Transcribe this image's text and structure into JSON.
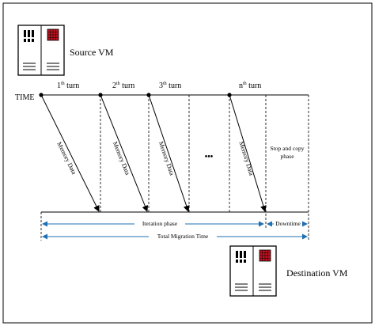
{
  "source_vm": {
    "label": "Source VM"
  },
  "destination_vm": {
    "label": "Destination VM"
  },
  "timeline": {
    "time_label": "TIME",
    "turns": [
      {
        "base": "1",
        "sup": "th",
        "rest": " turn"
      },
      {
        "base": "2",
        "sup": "th",
        "rest": " turn"
      },
      {
        "base": "3",
        "sup": "th",
        "rest": " turn"
      },
      {
        "base": "n",
        "sup": "th",
        "rest": " turn"
      }
    ],
    "arrow_label": "Memory Data",
    "ellipsis": "•••",
    "stop_copy": [
      "Stop and copy",
      "phase"
    ]
  },
  "phases": {
    "iteration": "Iteration phase",
    "downtime": "Downtime",
    "total": "Total Migration Time"
  },
  "colors": {
    "stroke": "#000000",
    "dimension_line": "#1f6fb2",
    "server_red": "#c1121f"
  }
}
